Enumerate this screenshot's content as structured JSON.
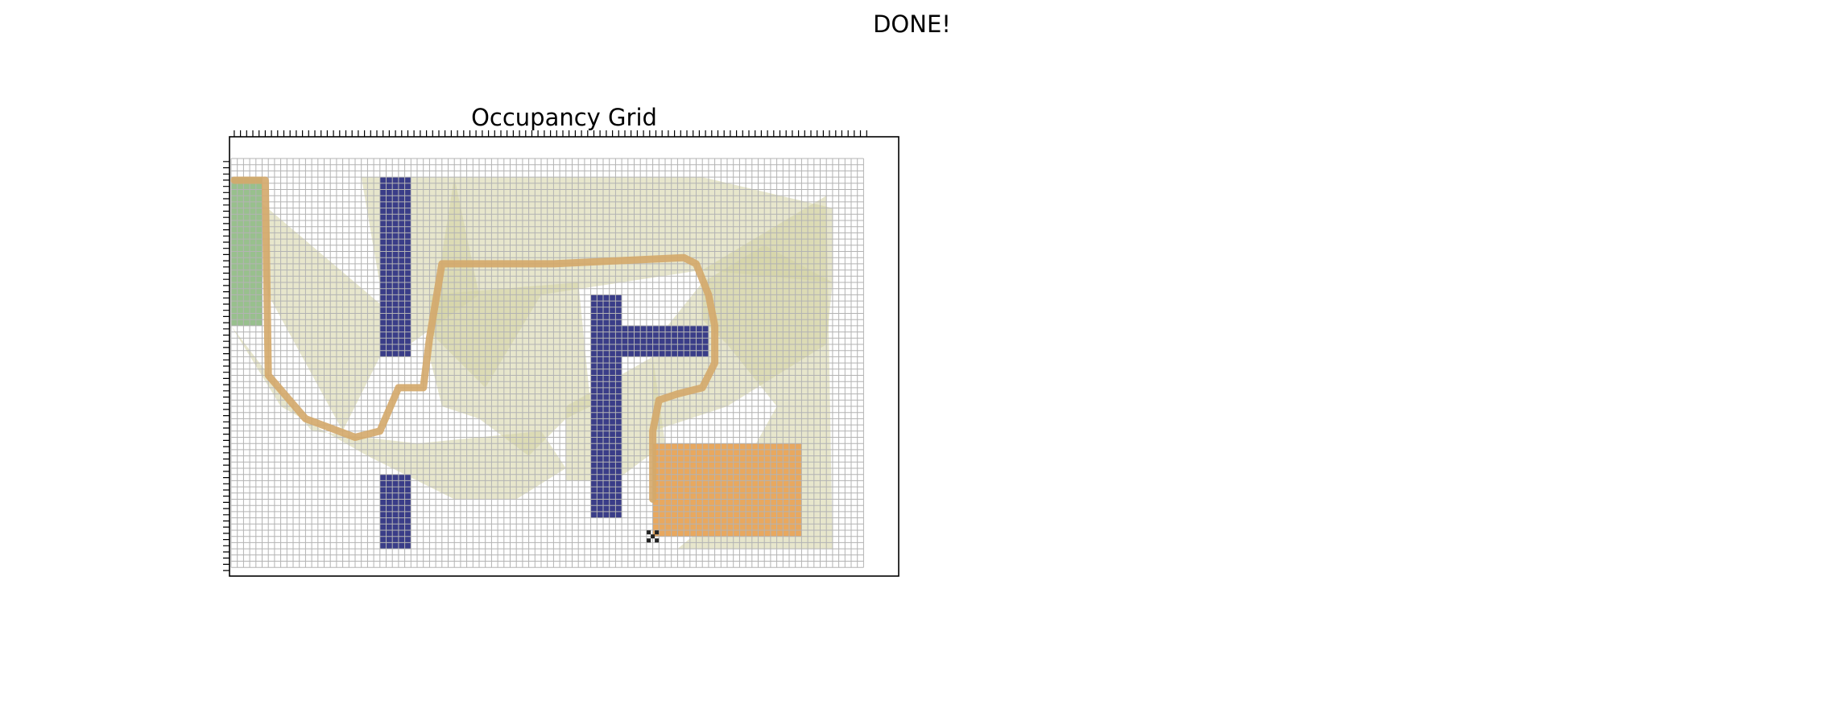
{
  "figure": {
    "title": "DONE!"
  },
  "chart_data": {
    "type": "heatmap",
    "title": "Occupancy Grid",
    "xlabel": "",
    "ylabel": "",
    "grid": true,
    "tick_labels_shown": false,
    "grid_size": {
      "cols": 102,
      "rows": 66
    },
    "xlim": [
      0,
      102
    ],
    "ylim": [
      66,
      0
    ],
    "colors": {
      "free_cell": "#ffffff",
      "grid_line": "#b3b3b3",
      "obstacle": "#3a3d88",
      "explored": "#d4d2a2",
      "start_region": "#98c08d",
      "goal_region": "#e8a85f",
      "path": "#d4a86a",
      "robot": "#222222"
    },
    "obstacles": [
      {
        "x0": 24,
        "x1": 29,
        "y0": 3,
        "y1": 32
      },
      {
        "x0": 24,
        "x1": 29,
        "y0": 51,
        "y1": 63
      },
      {
        "x0": 58,
        "x1": 63,
        "y0": 22,
        "y1": 58
      },
      {
        "x0": 63,
        "x1": 77,
        "y0": 27,
        "y1": 32
      }
    ],
    "start_region": {
      "x0": 0,
      "x1": 5,
      "y0": 3,
      "y1": 27
    },
    "goal_region": {
      "x0": 68,
      "x1": 92,
      "y0": 46,
      "y1": 61
    },
    "explored_regions": [
      [
        [
          0,
          3
        ],
        [
          21,
          3
        ],
        [
          26,
          32
        ],
        [
          40,
          22
        ],
        [
          36,
          3
        ]
      ],
      [
        [
          0,
          3
        ],
        [
          27,
          26
        ],
        [
          18,
          44
        ],
        [
          6,
          22
        ]
      ],
      [
        [
          36,
          3
        ],
        [
          76,
          3
        ],
        [
          97,
          8
        ],
        [
          97,
          20
        ],
        [
          76,
          18
        ],
        [
          50,
          22
        ],
        [
          41,
          37
        ],
        [
          32,
          28
        ]
      ],
      [
        [
          0,
          27
        ],
        [
          13,
          44
        ],
        [
          30,
          46
        ],
        [
          50,
          44
        ],
        [
          54,
          50
        ],
        [
          46,
          55
        ],
        [
          36,
          55
        ],
        [
          22,
          48
        ],
        [
          8,
          40
        ]
      ],
      [
        [
          32,
          22
        ],
        [
          56,
          20
        ],
        [
          58,
          40
        ],
        [
          54,
          42
        ],
        [
          48,
          48
        ],
        [
          40,
          42
        ],
        [
          34,
          40
        ],
        [
          32,
          32
        ]
      ],
      [
        [
          76,
          18
        ],
        [
          96,
          6
        ],
        [
          97,
          63
        ],
        [
          72,
          63
        ],
        [
          78,
          58
        ],
        [
          88,
          40
        ],
        [
          80,
          30
        ],
        [
          76,
          26
        ]
      ],
      [
        [
          68,
          30
        ],
        [
          68,
          44
        ],
        [
          80,
          40
        ],
        [
          96,
          30
        ],
        [
          97,
          20
        ],
        [
          86,
          14
        ],
        [
          76,
          20
        ]
      ],
      [
        [
          54,
          40
        ],
        [
          68,
          32
        ],
        [
          70,
          46
        ],
        [
          62,
          52
        ],
        [
          54,
          52
        ]
      ]
    ],
    "path": [
      [
        0.5,
        3.5
      ],
      [
        5.5,
        3.5
      ],
      [
        6,
        35
      ],
      [
        12,
        42
      ],
      [
        20,
        45
      ],
      [
        24,
        44
      ],
      [
        27,
        37
      ],
      [
        31,
        37
      ],
      [
        32,
        29
      ],
      [
        34,
        17
      ],
      [
        36,
        17
      ],
      [
        52,
        17
      ],
      [
        73,
        16
      ],
      [
        75,
        17
      ],
      [
        77,
        22
      ],
      [
        78,
        27
      ],
      [
        78,
        33
      ],
      [
        76,
        37
      ],
      [
        72,
        38
      ],
      [
        69,
        39
      ],
      [
        68,
        44
      ],
      [
        68,
        55
      ]
    ],
    "robot_position": [
      68,
      61
    ]
  }
}
